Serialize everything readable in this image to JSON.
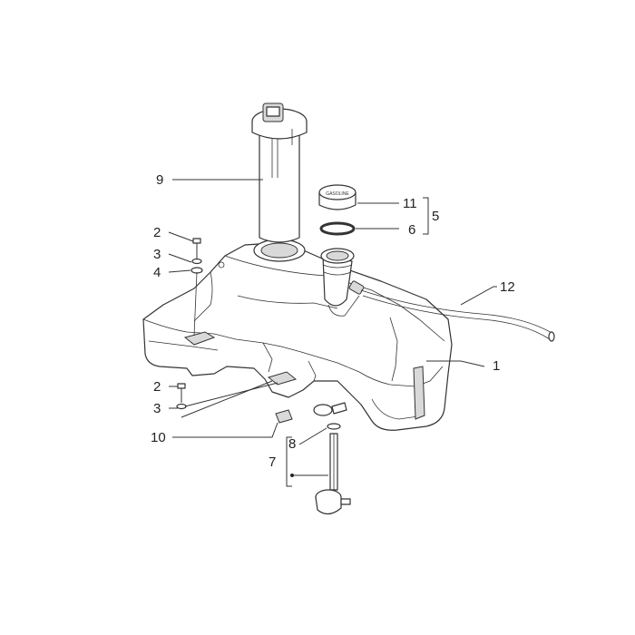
{
  "diagram": {
    "callouts": {
      "c1": "1",
      "c2a": "2",
      "c2b": "2",
      "c3a": "3",
      "c3b": "3",
      "c4": "4",
      "c5": "5",
      "c6": "6",
      "c7": "7",
      "c8": "8",
      "c9": "9",
      "c10": "10",
      "c11": "11",
      "c12": "12"
    },
    "cap_label": "GASOLINE"
  }
}
